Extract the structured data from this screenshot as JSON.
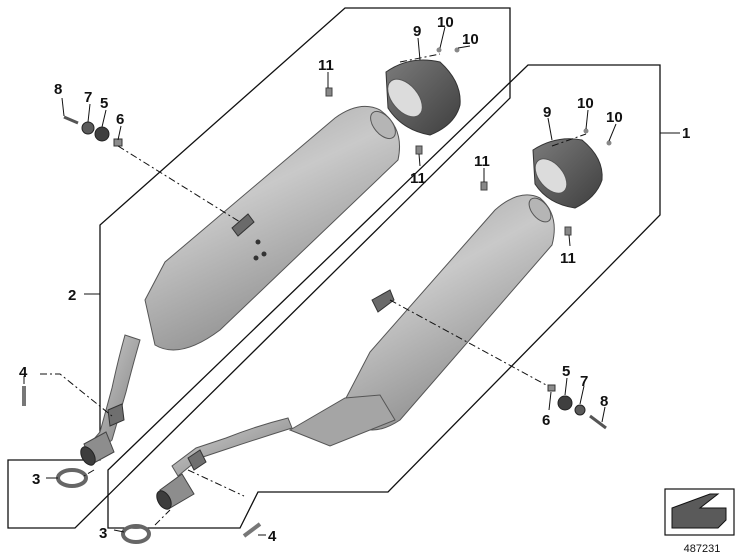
{
  "callouts": {
    "c1": "1",
    "c2": "2",
    "c3a": "3",
    "c3b": "3",
    "c4a": "4",
    "c4b": "4",
    "c5a": "5",
    "c5b": "5",
    "c6a": "6",
    "c6b": "6",
    "c7a": "7",
    "c7b": "7",
    "c8a": "8",
    "c8b": "8",
    "c9a": "9",
    "c9b": "9",
    "c10a": "10",
    "c10b": "10",
    "c10c": "10",
    "c10d": "10",
    "c11a": "11",
    "c11b": "11",
    "c11c": "11",
    "c11d": "11"
  },
  "document_number": "487231",
  "colors": {
    "metal_light": "#c4c4c4",
    "metal_mid": "#9a9a9a",
    "metal_dark": "#5e5e5e",
    "cap_dark": "#4f4f4f",
    "arrow_box_fill": "#5a5a5a",
    "line": "#111111"
  }
}
